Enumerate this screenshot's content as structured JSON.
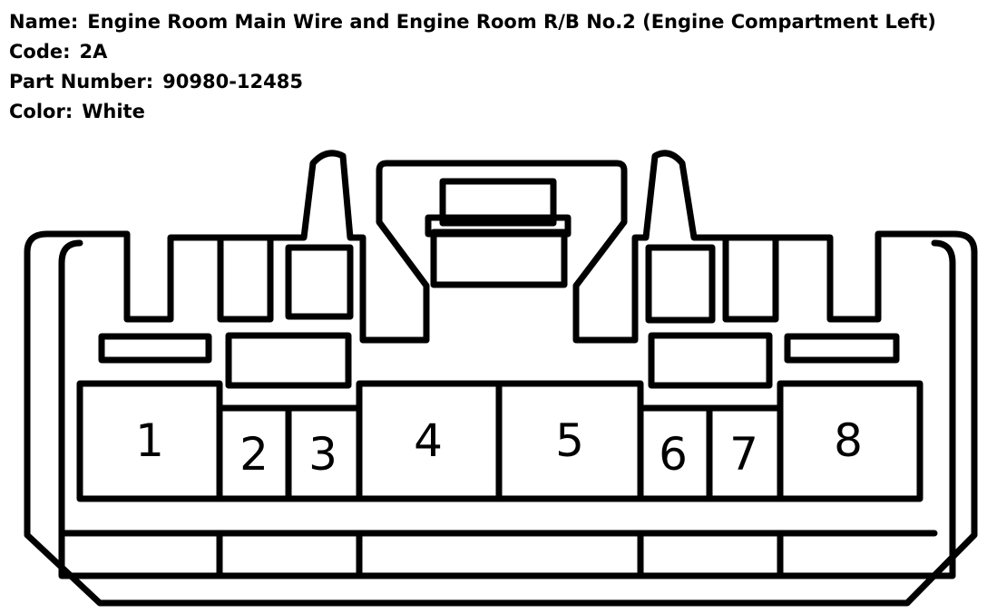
{
  "header": {
    "name_label": "Name:",
    "name_value": "Engine Room Main Wire and Engine Room R/B No.2 (Engine Compartment Left)",
    "code_label": "Code:",
    "code_value": "2A",
    "part_label": "Part Number:",
    "part_value": "90980-12485",
    "color_label": "Color:",
    "color_value": "White"
  },
  "connector": {
    "pins": [
      "1",
      "2",
      "3",
      "4",
      "5",
      "6",
      "7",
      "8"
    ]
  }
}
